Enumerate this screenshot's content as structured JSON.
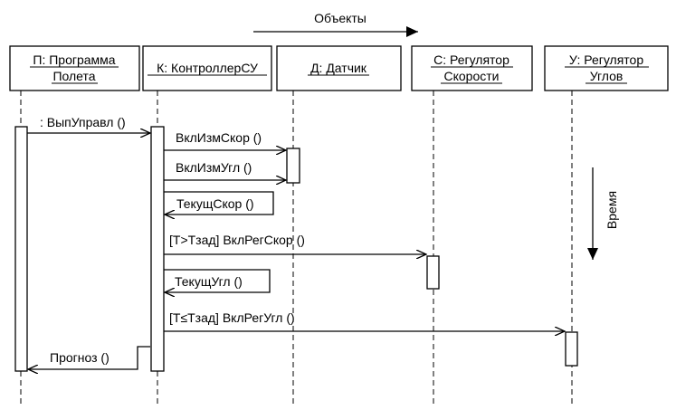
{
  "header": {
    "objects_label": "Объекты",
    "time_label": "Время"
  },
  "objects": [
    {
      "id": "p",
      "line1": "П: Программа",
      "line2": "Полета"
    },
    {
      "id": "k",
      "line1": "К: КонтроллерСУ",
      "line2": ""
    },
    {
      "id": "d",
      "line1": "Д: Датчик",
      "line2": ""
    },
    {
      "id": "s",
      "line1": "С: Регулятор",
      "line2": "Скорости"
    },
    {
      "id": "u",
      "line1": "У: Регулятор",
      "line2": "Углов"
    }
  ],
  "messages": [
    {
      "label": ": ВыпУправл ()",
      "from": "П: Программа Полета",
      "to": "К: КонтроллерСУ"
    },
    {
      "label": "ВклИзмСкор ()",
      "from": "К: КонтроллерСУ",
      "to": "Д: Датчик"
    },
    {
      "label": "ВклИзмУгл ()",
      "from": "К: КонтроллерСУ",
      "to": "Д: Датчик"
    },
    {
      "label": "ТекущСкор ()",
      "from": "К: КонтроллерСУ",
      "to": "К: КонтроллерСУ"
    },
    {
      "label": "[T>Tзад] ВклРегСкор ()",
      "from": "К: КонтроллерСУ",
      "to": "С: Регулятор Скорости"
    },
    {
      "label": "ТекущУгл ()",
      "from": "К: КонтроллерСУ",
      "to": "К: КонтроллерСУ"
    },
    {
      "label": "[T≤Tзад] ВклРегУгл ()",
      "from": "К: КонтроллерСУ",
      "to": "У: Регулятор Углов"
    },
    {
      "label": "Прогноз ()",
      "from": "К: КонтроллерСУ",
      "to": "П: Программа Полета"
    }
  ]
}
